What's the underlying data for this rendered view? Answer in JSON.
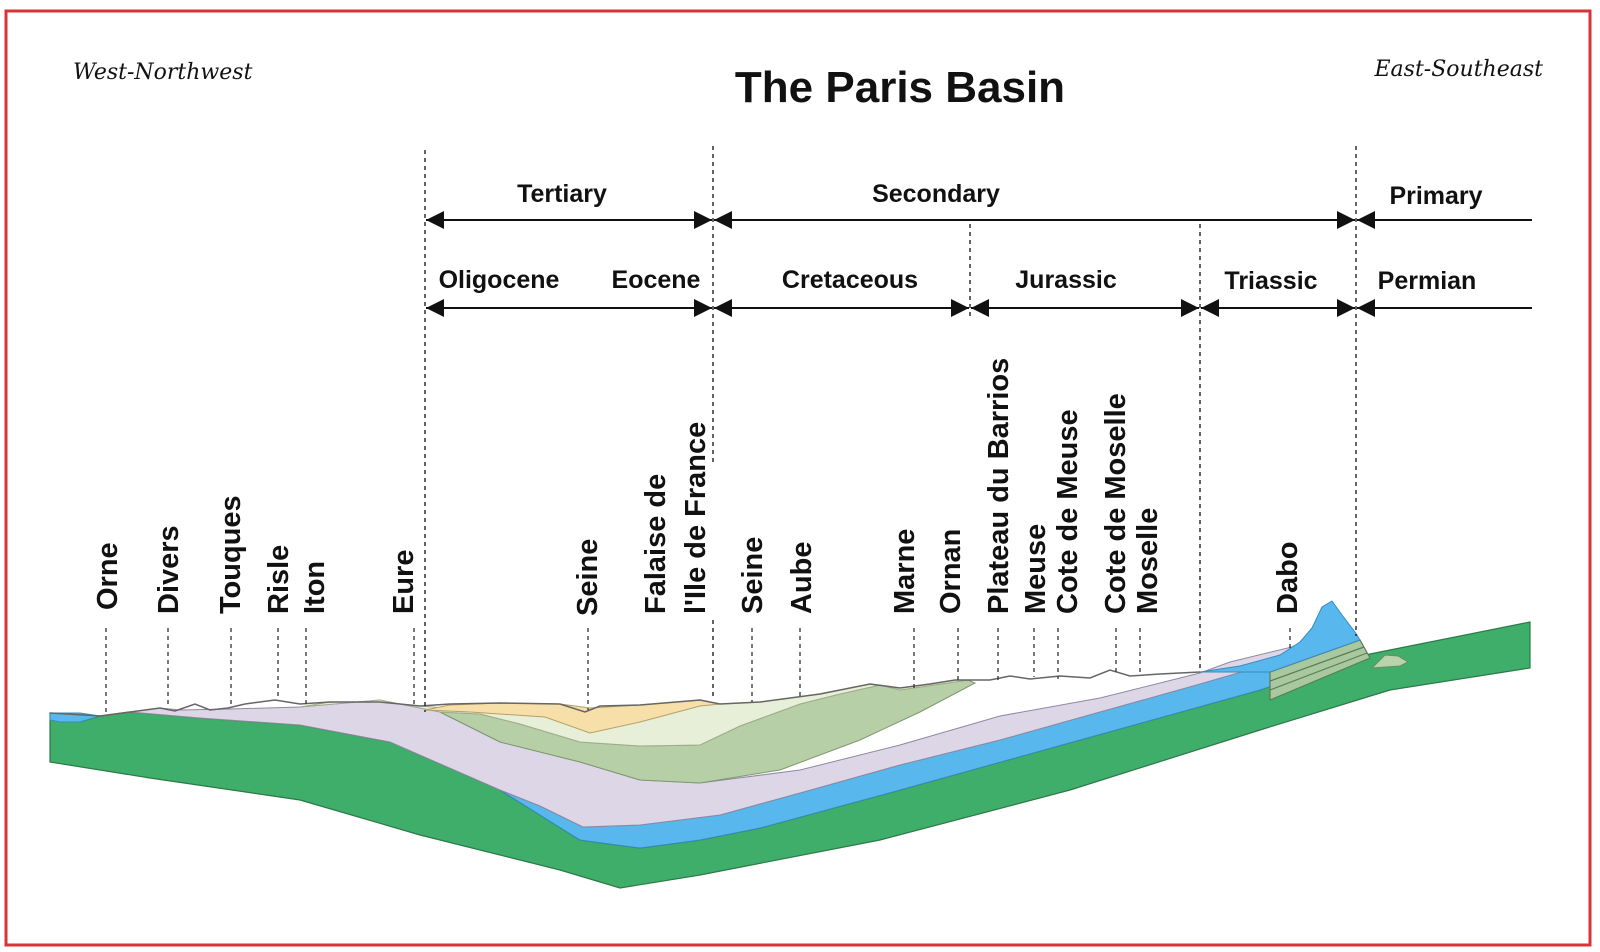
{
  "title": "The Paris Basin",
  "directions": {
    "left": "West-Northwest",
    "right": "East-Southeast"
  },
  "eras": [
    {
      "id": "tertiary",
      "label": "Tertiary"
    },
    {
      "id": "secondary",
      "label": "Secondary"
    },
    {
      "id": "primary",
      "label": "Primary"
    }
  ],
  "periods": [
    {
      "id": "oligocene",
      "label": "Oligocene"
    },
    {
      "id": "eocene",
      "label": "Eocene"
    },
    {
      "id": "cretaceous",
      "label": "Cretaceous"
    },
    {
      "id": "jurassic",
      "label": "Jurassic"
    },
    {
      "id": "triassic",
      "label": "Triassic"
    },
    {
      "id": "permian",
      "label": "Permian"
    }
  ],
  "places": [
    {
      "id": "orne",
      "label": "Orne"
    },
    {
      "id": "divers",
      "label": "Divers"
    },
    {
      "id": "touques",
      "label": "Touques"
    },
    {
      "id": "risle",
      "label": "Risle"
    },
    {
      "id": "iton",
      "label": "Iton"
    },
    {
      "id": "eure",
      "label": "Eure"
    },
    {
      "id": "seine-west",
      "label": "Seine"
    },
    {
      "id": "falaise-line1",
      "label": "Falaise de"
    },
    {
      "id": "falaise-line2",
      "label": "l'Ile de France"
    },
    {
      "id": "seine-east",
      "label": "Seine"
    },
    {
      "id": "aube",
      "label": "Aube"
    },
    {
      "id": "marne",
      "label": "Marne"
    },
    {
      "id": "ornan",
      "label": "Ornan"
    },
    {
      "id": "plateau-barrios",
      "label": "Plateau du Barrios"
    },
    {
      "id": "meuse",
      "label": "Meuse"
    },
    {
      "id": "cote-meuse",
      "label": "Cote de Meuse"
    },
    {
      "id": "cote-moselle",
      "label": "Cote de Moselle"
    },
    {
      "id": "moselle",
      "label": "Moselle"
    },
    {
      "id": "dabo",
      "label": "Dabo"
    }
  ],
  "colors": {
    "frame": "#d9333a",
    "basement": "#3fae6a",
    "permo_triassic": "#58b8ee",
    "jurassic": "#ddd6e7",
    "lower_cretaceous": "#b7cfa6",
    "upper_cretaceous": "#e8efd8",
    "tertiary": "#f6dfa8",
    "primary_layers": "#a8c9a0"
  }
}
